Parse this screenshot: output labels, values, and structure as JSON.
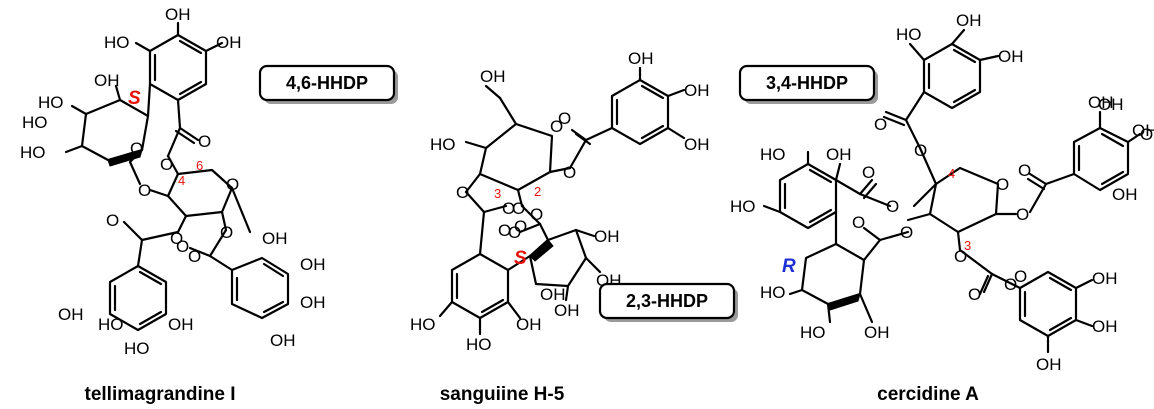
{
  "compounds": [
    {
      "name": "tellimagrandine I",
      "hhdp_label": "4,6-HHDP",
      "stereo_label": "S",
      "locants": [
        "4",
        "6"
      ],
      "atoms": [
        "OH",
        "OH",
        "HO",
        "HO",
        "OH",
        "HO",
        "HO",
        "O",
        "O",
        "O",
        "O",
        "O",
        "O",
        "OH",
        "O",
        "O",
        "O",
        "O",
        "OH",
        "OH",
        "HO",
        "OH",
        "HO",
        "OH",
        "OH"
      ]
    },
    {
      "name": "sanguiine H-5",
      "hhdp_label": "2,3-HHDP",
      "stereo_label": "S",
      "locants": [
        "3",
        "2"
      ],
      "atoms": [
        "OH",
        "OH",
        "OH",
        "OH",
        "HO",
        "O",
        "O",
        "O",
        "O",
        "O",
        "O",
        "O",
        "O",
        "O",
        "O",
        "OH",
        "OH",
        "OH",
        "HO",
        "OH",
        "HO",
        "OH"
      ]
    },
    {
      "name": "cercidine A",
      "hhdp_label": "3,4-HHDP",
      "stereo_label": "R",
      "locants": [
        "4",
        "3"
      ],
      "atoms": [
        "HO",
        "OH",
        "OH",
        "OH",
        "OH",
        "HO",
        "OH",
        "OH",
        "HO",
        "O",
        "O",
        "O",
        "O",
        "O",
        "O",
        "O",
        "O",
        "O",
        "O",
        "O",
        "O",
        "O",
        "OH",
        "OH",
        "HO",
        "OH",
        "HO",
        "OH",
        "OH",
        "OH"
      ]
    }
  ],
  "colors": {
    "locant": "#e8140c",
    "stereo_S": "#e8140c",
    "stereo_R": "#1f2fd6",
    "ink": "#000000"
  }
}
